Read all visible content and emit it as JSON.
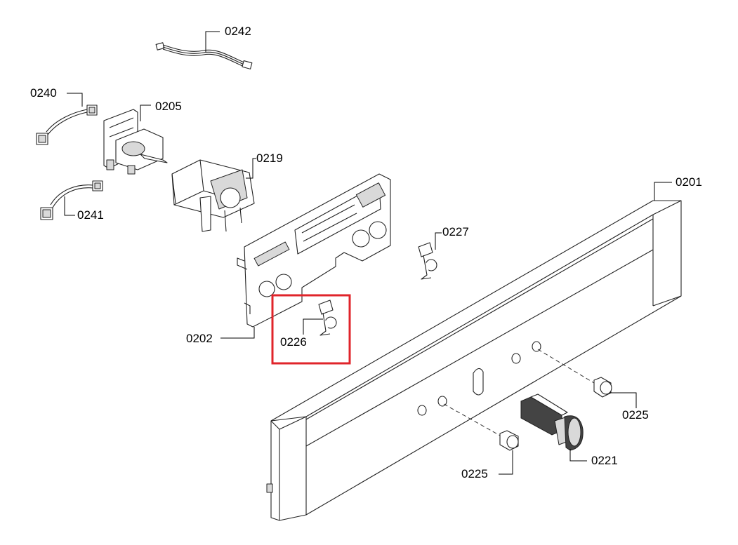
{
  "labels": {
    "p0242": "0242",
    "p0240": "0240",
    "p0205": "0205",
    "p0219": "0219",
    "p0241": "0241",
    "p0201": "0201",
    "p0227": "0227",
    "p0202": "0202",
    "p0226": "0226",
    "p0225a": "0225",
    "p0225b": "0225",
    "p0221": "0221"
  },
  "highlight": {
    "part": "0226",
    "color": "#e0242b"
  }
}
